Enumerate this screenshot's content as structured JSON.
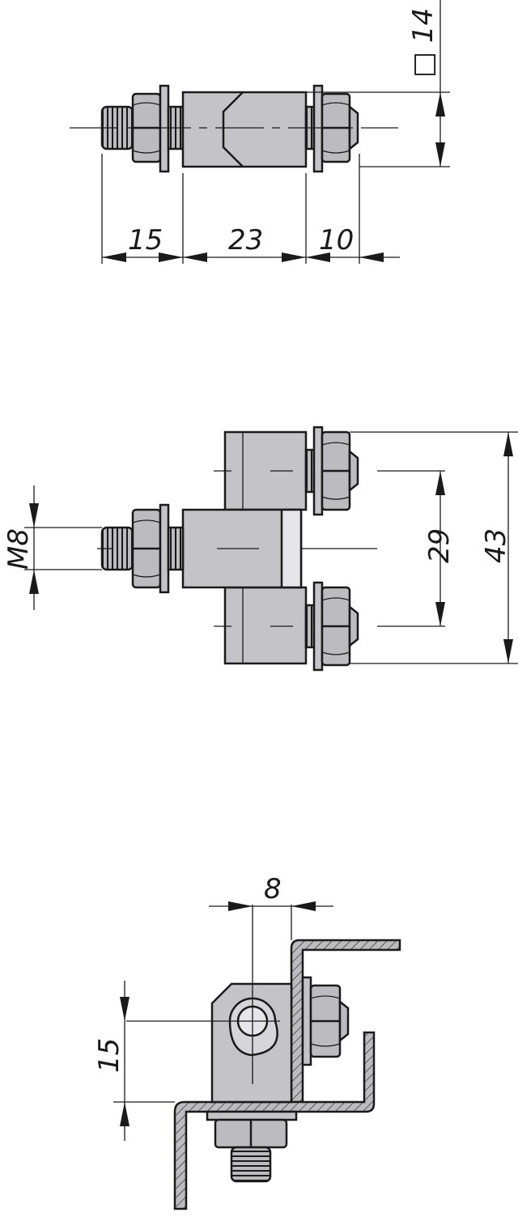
{
  "colors": {
    "body": "#c4c4c8",
    "metal": "#bcbcc0",
    "light": "#e6e6ea",
    "line": "#1a1a1a"
  },
  "views": {
    "top": {
      "dims": {
        "square": "□ 14",
        "a": "15",
        "b": "23",
        "c": "10"
      }
    },
    "side": {
      "dims": {
        "thread": "M8",
        "pitch": "29",
        "overall": "43"
      }
    },
    "section": {
      "dims": {
        "offset": "8",
        "height": "15"
      }
    }
  }
}
